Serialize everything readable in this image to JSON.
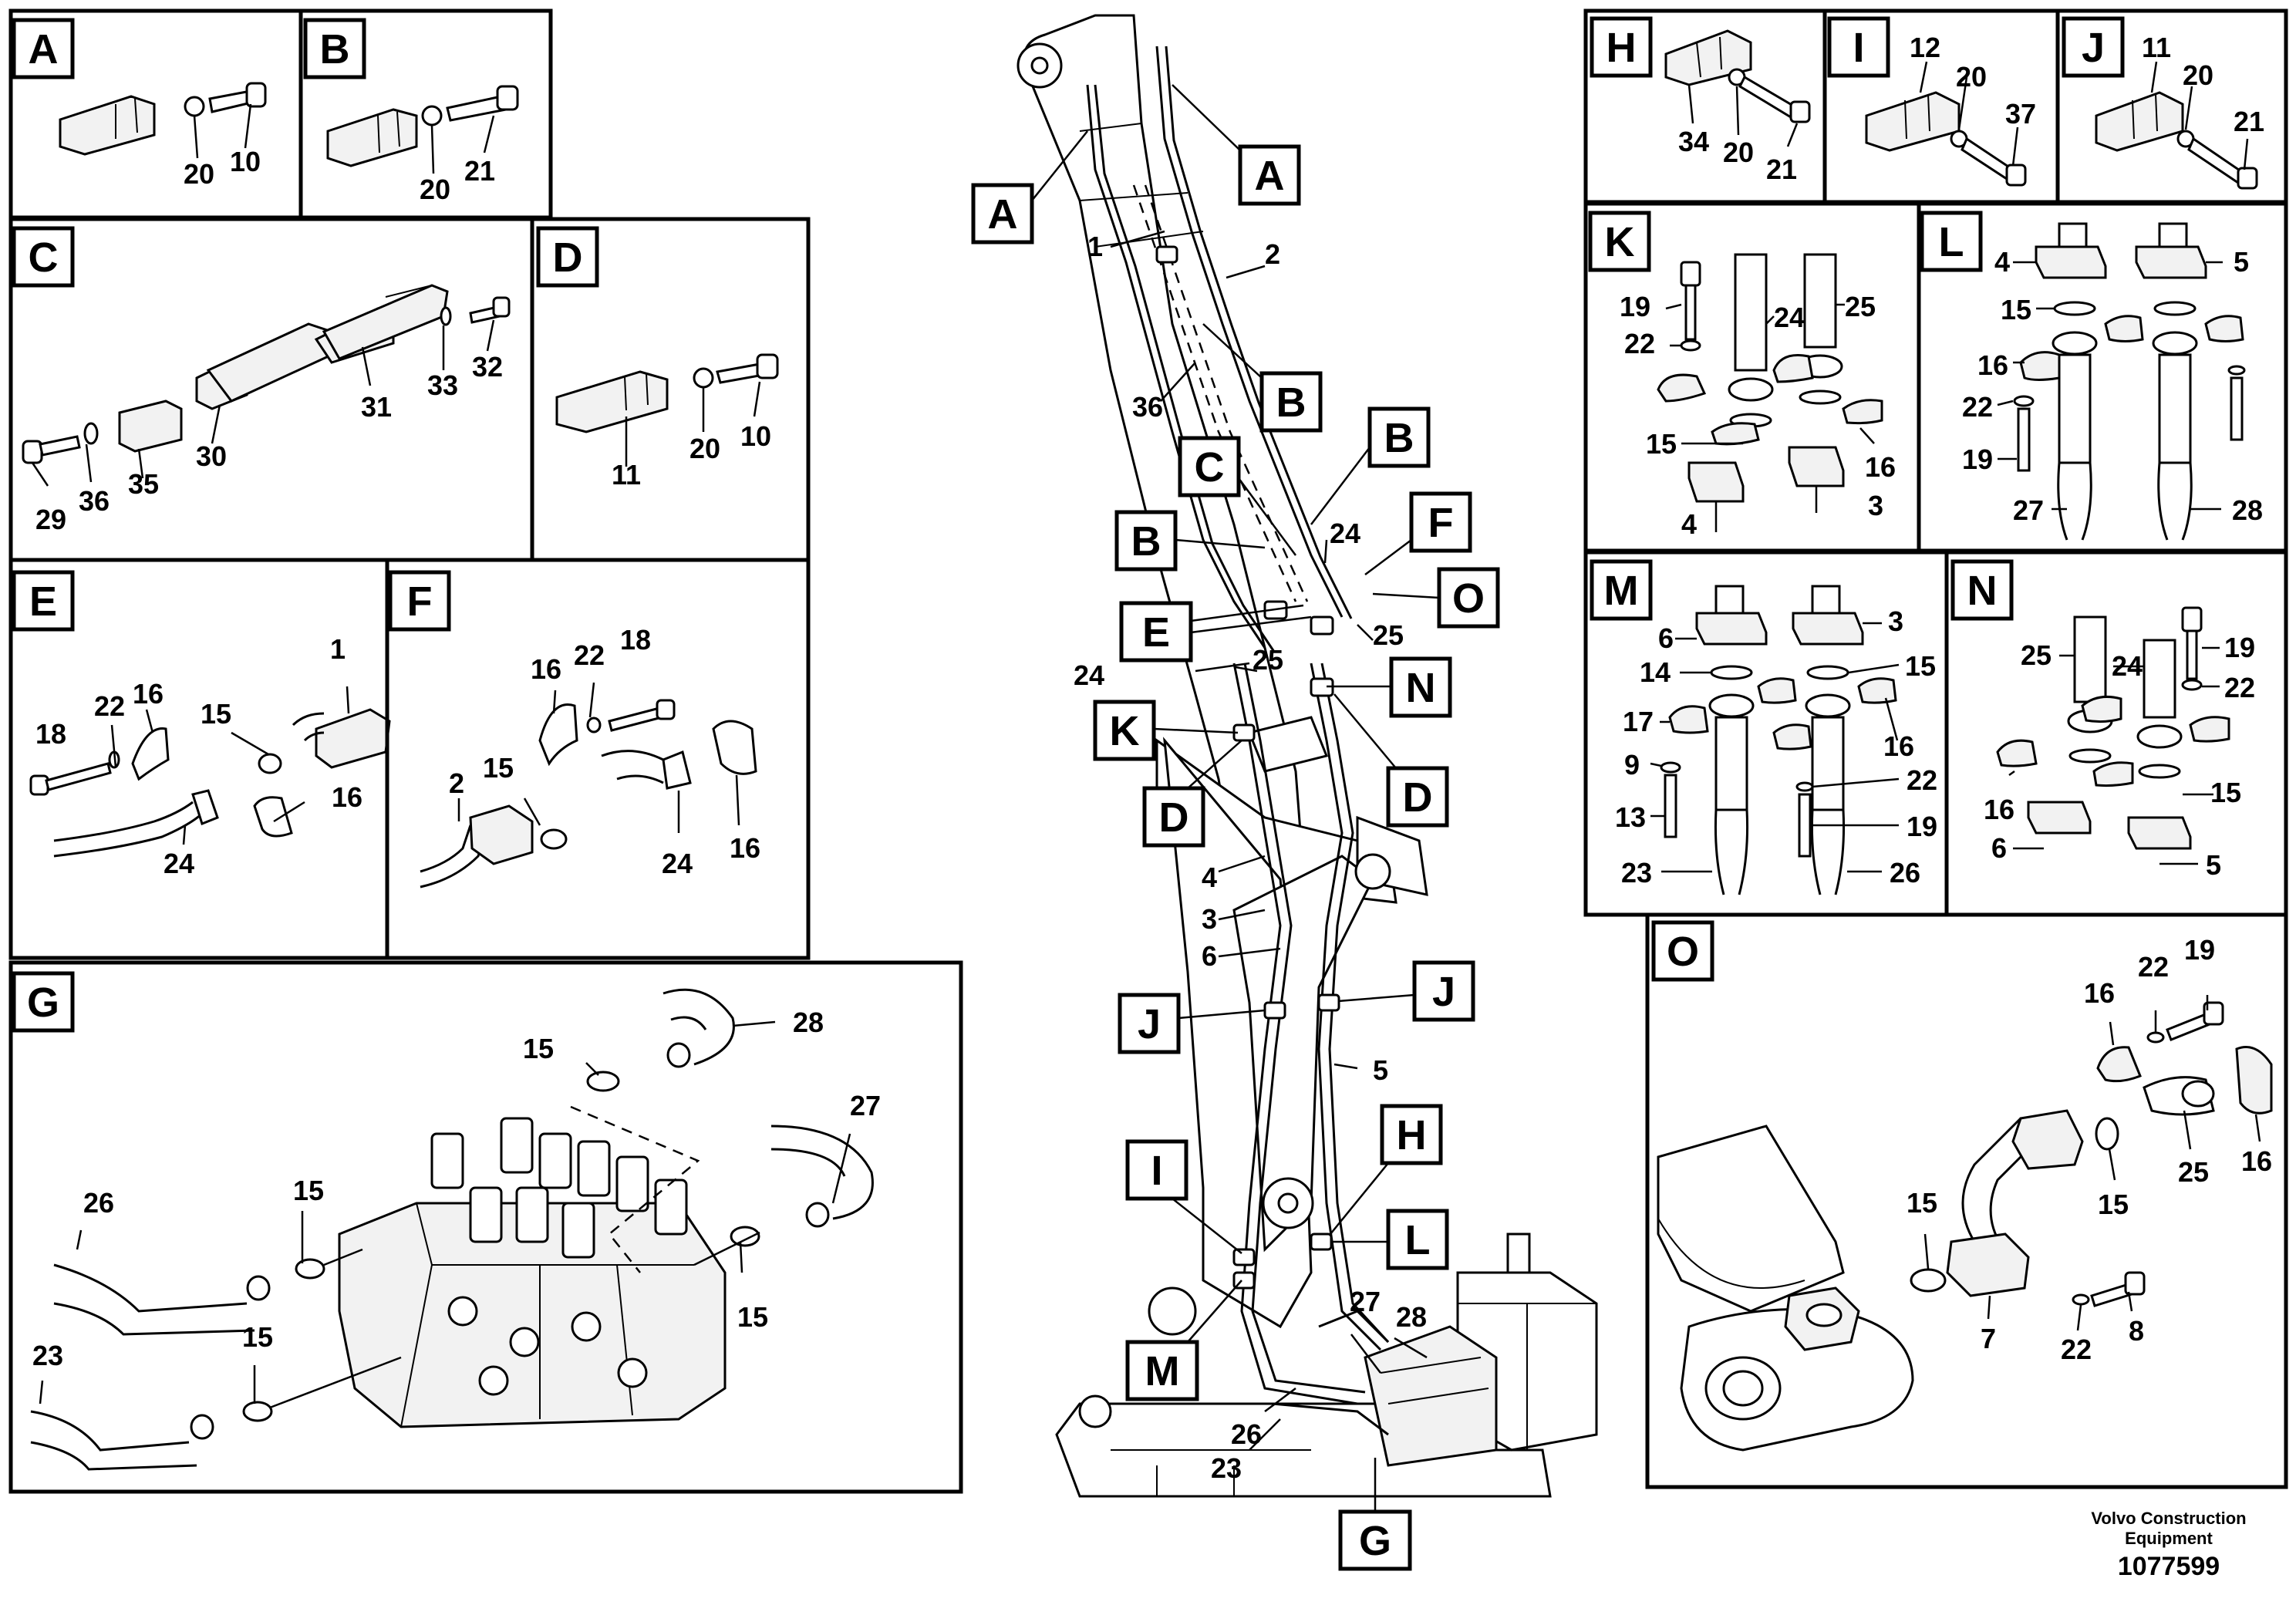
{
  "panels": {
    "A": {
      "badge": "A",
      "parts": [
        "20",
        "10"
      ]
    },
    "B": {
      "badge": "B",
      "parts": [
        "20",
        "21"
      ]
    },
    "C": {
      "badge": "C",
      "parts": [
        "29",
        "36",
        "35",
        "30",
        "31",
        "33",
        "32"
      ]
    },
    "D": {
      "badge": "D",
      "parts": [
        "11",
        "20",
        "10"
      ]
    },
    "E": {
      "badge": "E",
      "parts": [
        "18",
        "22",
        "16",
        "15",
        "1",
        "24",
        "16"
      ]
    },
    "F": {
      "badge": "F",
      "parts": [
        "16",
        "22",
        "18",
        "15",
        "2",
        "24",
        "16"
      ]
    },
    "G": {
      "badge": "G",
      "parts": [
        "15",
        "28",
        "27",
        "26",
        "15",
        "15",
        "23",
        "15"
      ]
    },
    "H": {
      "badge": "H",
      "parts": [
        "34",
        "20",
        "21"
      ]
    },
    "I": {
      "badge": "I",
      "parts": [
        "12",
        "20",
        "37"
      ]
    },
    "J": {
      "badge": "J",
      "parts": [
        "11",
        "20",
        "21"
      ]
    },
    "K": {
      "badge": "K",
      "parts": [
        "19",
        "24",
        "25",
        "22",
        "15",
        "16",
        "4",
        "3"
      ]
    },
    "L": {
      "badge": "L",
      "parts": [
        "4",
        "5",
        "15",
        "16",
        "22",
        "19",
        "27",
        "28"
      ]
    },
    "M": {
      "badge": "M",
      "parts": [
        "6",
        "3",
        "14",
        "15",
        "17",
        "16",
        "9",
        "22",
        "13",
        "19",
        "23",
        "26"
      ]
    },
    "N": {
      "badge": "N",
      "parts": [
        "25",
        "24",
        "19",
        "22",
        "16",
        "15",
        "6",
        "5"
      ]
    },
    "O": {
      "badge": "O",
      "parts": [
        "16",
        "22",
        "19",
        "25",
        "16",
        "15",
        "15",
        "22",
        "8",
        "7"
      ]
    }
  },
  "center": {
    "callouts": [
      "A",
      "A",
      "B",
      "B",
      "B",
      "C",
      "E",
      "F",
      "O",
      "N",
      "K",
      "D",
      "D",
      "J",
      "J",
      "H",
      "I",
      "L",
      "M",
      "G"
    ],
    "parts": [
      "1",
      "2",
      "36",
      "24",
      "25",
      "24",
      "25",
      "4",
      "3",
      "6",
      "5",
      "27",
      "28",
      "26",
      "23"
    ]
  },
  "footer": {
    "company_line1": "Volvo Construction",
    "company_line2": "Equipment",
    "drawing_number": "1077599"
  }
}
